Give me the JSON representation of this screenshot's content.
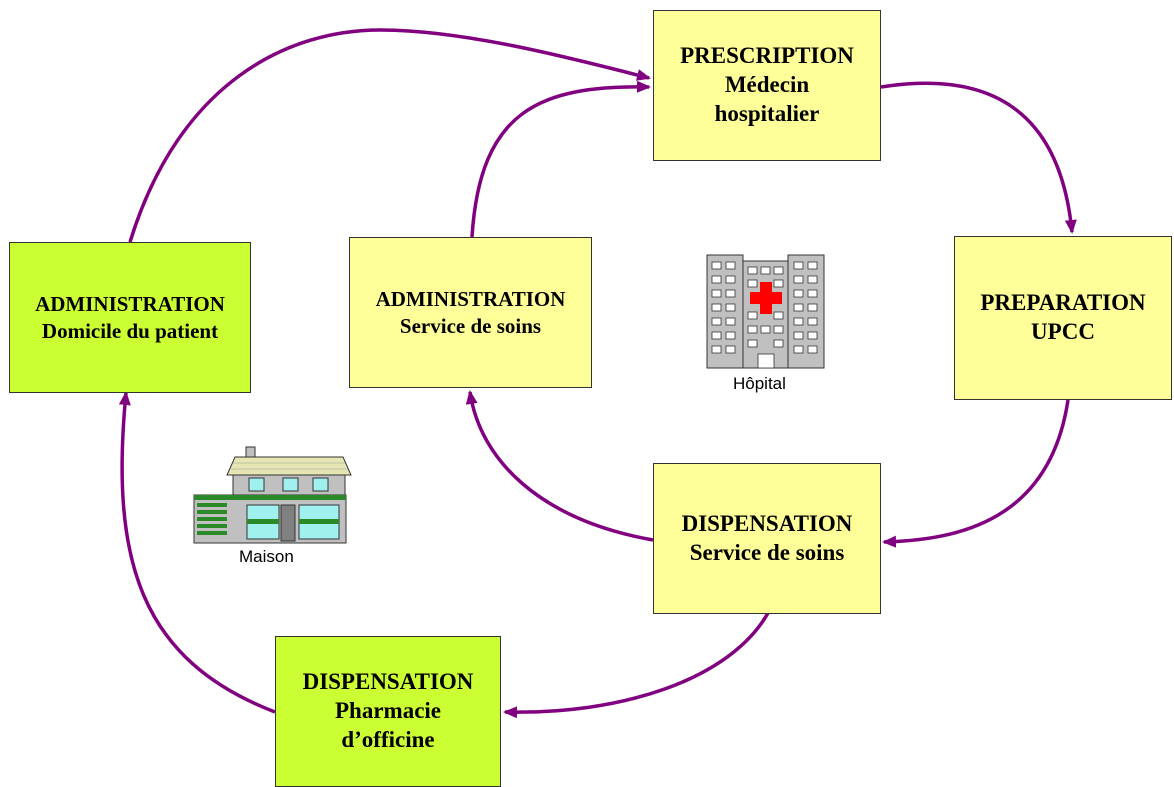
{
  "diagram": {
    "nodes": {
      "prescription": {
        "line1": "PRESCRIPTION",
        "line2": "Médecin",
        "line3": "hospitalier"
      },
      "preparation": {
        "line1": "PREPARATION",
        "line2": "UPCC"
      },
      "dispensation_service": {
        "line1": "DISPENSATION",
        "line2": "Service de soins"
      },
      "administration_service": {
        "line1": "ADMINISTRATION",
        "line2": "Service de soins"
      },
      "dispensation_pharmacie": {
        "line1": "DISPENSATION",
        "line2": "Pharmacie",
        "line3": "d’officine"
      },
      "administration_domicile": {
        "line1": "ADMINISTRATION",
        "line2": "Domicile du patient"
      }
    },
    "icons": {
      "hospital": {
        "label": "Hôpital",
        "icon": "hospital-building-icon"
      },
      "house": {
        "label": "Maison",
        "icon": "house-icon"
      }
    },
    "edges": [
      {
        "from": "prescription",
        "to": "preparation"
      },
      {
        "from": "preparation",
        "to": "dispensation_service"
      },
      {
        "from": "dispensation_service",
        "to": "administration_service"
      },
      {
        "from": "administration_service",
        "to": "prescription"
      },
      {
        "from": "dispensation_service",
        "to": "dispensation_pharmacie"
      },
      {
        "from": "dispensation_pharmacie",
        "to": "administration_domicile"
      },
      {
        "from": "administration_domicile",
        "to": "prescription"
      }
    ],
    "colors": {
      "hospital_box": "#ffff99",
      "community_box": "#ccff33",
      "arrow": "#800080",
      "cross": "#ff0000"
    }
  }
}
